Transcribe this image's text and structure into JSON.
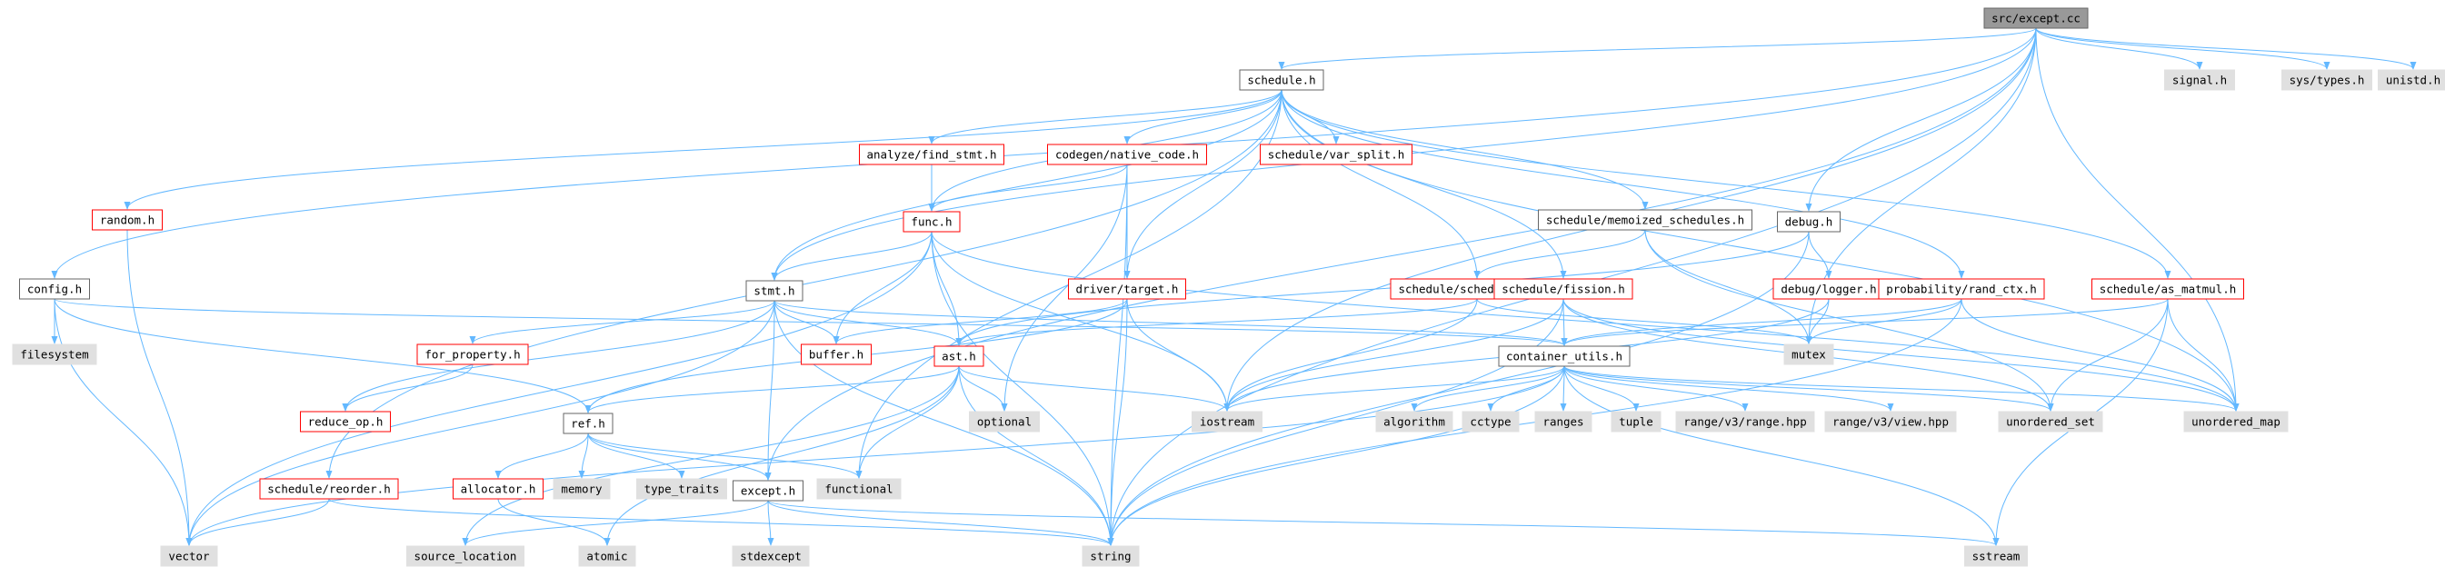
{
  "colors": {
    "edge": "#63b8ff",
    "root_fill": "#999999",
    "local_fill": "#ffffff",
    "local_border": "#666666",
    "link_border": "#ff0000",
    "system_fill": "#e0e0e0",
    "text": "#000000"
  },
  "diagram": {
    "nodes": [
      {
        "id": "root",
        "label": "src/except.cc",
        "kind": "root"
      },
      {
        "id": "schedule",
        "label": "schedule.h",
        "kind": "local"
      },
      {
        "id": "signal",
        "label": "signal.h",
        "kind": "system"
      },
      {
        "id": "systypes",
        "label": "sys/types.h",
        "kind": "system"
      },
      {
        "id": "unistd",
        "label": "unistd.h",
        "kind": "system"
      },
      {
        "id": "analyze",
        "label": "analyze/find_stmt.h",
        "kind": "link"
      },
      {
        "id": "codegen",
        "label": "codegen/native_code.h",
        "kind": "link"
      },
      {
        "id": "varsplit",
        "label": "schedule/var_split.h",
        "kind": "link"
      },
      {
        "id": "random",
        "label": "random.h",
        "kind": "link"
      },
      {
        "id": "func",
        "label": "func.h",
        "kind": "link"
      },
      {
        "id": "memo",
        "label": "schedule/memoized_schedules.h",
        "kind": "local"
      },
      {
        "id": "debug",
        "label": "debug.h",
        "kind": "local"
      },
      {
        "id": "config",
        "label": "config.h",
        "kind": "local"
      },
      {
        "id": "stmt",
        "label": "stmt.h",
        "kind": "local"
      },
      {
        "id": "driver",
        "label": "driver/target.h",
        "kind": "link"
      },
      {
        "id": "schedlog",
        "label": "schedule/schedule_log.h",
        "kind": "link"
      },
      {
        "id": "fission",
        "label": "schedule/fission.h",
        "kind": "link"
      },
      {
        "id": "dlogger",
        "label": "debug/logger.h",
        "kind": "link"
      },
      {
        "id": "prob",
        "label": "probability/rand_ctx.h",
        "kind": "link"
      },
      {
        "id": "asmatmul",
        "label": "schedule/as_matmul.h",
        "kind": "link"
      },
      {
        "id": "filesystem",
        "label": "filesystem",
        "kind": "system"
      },
      {
        "id": "forprop",
        "label": "for_property.h",
        "kind": "link"
      },
      {
        "id": "buffer",
        "label": "buffer.h",
        "kind": "link"
      },
      {
        "id": "ast",
        "label": "ast.h",
        "kind": "link"
      },
      {
        "id": "container",
        "label": "container_utils.h",
        "kind": "local"
      },
      {
        "id": "mutex",
        "label": "mutex",
        "kind": "system"
      },
      {
        "id": "reduceop",
        "label": "reduce_op.h",
        "kind": "link"
      },
      {
        "id": "ref",
        "label": "ref.h",
        "kind": "local"
      },
      {
        "id": "optional",
        "label": "optional",
        "kind": "system"
      },
      {
        "id": "iostream",
        "label": "iostream",
        "kind": "system"
      },
      {
        "id": "algorithm",
        "label": "algorithm",
        "kind": "system"
      },
      {
        "id": "cctype",
        "label": "cctype",
        "kind": "system"
      },
      {
        "id": "ranges",
        "label": "ranges",
        "kind": "system"
      },
      {
        "id": "tuple",
        "label": "tuple",
        "kind": "system"
      },
      {
        "id": "rangehpp",
        "label": "range/v3/range.hpp",
        "kind": "system"
      },
      {
        "id": "viewhpp",
        "label": "range/v3/view.hpp",
        "kind": "system"
      },
      {
        "id": "uset",
        "label": "unordered_set",
        "kind": "system"
      },
      {
        "id": "umap",
        "label": "unordered_map",
        "kind": "system"
      },
      {
        "id": "reorder",
        "label": "schedule/reorder.h",
        "kind": "link"
      },
      {
        "id": "allocator",
        "label": "allocator.h",
        "kind": "link"
      },
      {
        "id": "memory",
        "label": "memory",
        "kind": "system"
      },
      {
        "id": "typetraits",
        "label": "type_traits",
        "kind": "system"
      },
      {
        "id": "except",
        "label": "except.h",
        "kind": "local"
      },
      {
        "id": "functional",
        "label": "functional",
        "kind": "system"
      },
      {
        "id": "vector",
        "label": "vector",
        "kind": "system"
      },
      {
        "id": "srcloc",
        "label": "source_location",
        "kind": "system"
      },
      {
        "id": "atomic",
        "label": "atomic",
        "kind": "system"
      },
      {
        "id": "stdexcept",
        "label": "stdexcept",
        "kind": "system"
      },
      {
        "id": "string",
        "label": "string",
        "kind": "system"
      },
      {
        "id": "sstream",
        "label": "sstream",
        "kind": "system"
      }
    ],
    "edges": [
      [
        "root",
        "schedule"
      ],
      [
        "root",
        "signal"
      ],
      [
        "root",
        "systypes"
      ],
      [
        "root",
        "unistd"
      ],
      [
        "root",
        "debug"
      ],
      [
        "root",
        "config"
      ],
      [
        "root",
        "except"
      ],
      [
        "root",
        "iostream"
      ],
      [
        "root",
        "mutex"
      ],
      [
        "root",
        "umap"
      ],
      [
        "root",
        "string"
      ],
      [
        "root",
        "stmt"
      ],
      [
        "schedule",
        "analyze"
      ],
      [
        "schedule",
        "codegen"
      ],
      [
        "schedule",
        "varsplit"
      ],
      [
        "schedule",
        "random"
      ],
      [
        "schedule",
        "func"
      ],
      [
        "schedule",
        "memo"
      ],
      [
        "schedule",
        "stmt"
      ],
      [
        "schedule",
        "driver"
      ],
      [
        "schedule",
        "schedlog"
      ],
      [
        "schedule",
        "fission"
      ],
      [
        "schedule",
        "prob"
      ],
      [
        "schedule",
        "asmatmul"
      ],
      [
        "schedule",
        "reorder"
      ],
      [
        "schedule",
        "functional"
      ],
      [
        "schedule",
        "umap"
      ],
      [
        "analyze",
        "func"
      ],
      [
        "codegen",
        "func"
      ],
      [
        "codegen",
        "driver"
      ],
      [
        "codegen",
        "optional"
      ],
      [
        "codegen",
        "string"
      ],
      [
        "random",
        "vector"
      ],
      [
        "func",
        "stmt"
      ],
      [
        "func",
        "ast"
      ],
      [
        "func",
        "buffer"
      ],
      [
        "func",
        "iostream"
      ],
      [
        "func",
        "string"
      ],
      [
        "func",
        "umap"
      ],
      [
        "func",
        "vector"
      ],
      [
        "memo",
        "schedlog"
      ],
      [
        "memo",
        "mutex"
      ],
      [
        "memo",
        "uset"
      ],
      [
        "debug",
        "dlogger"
      ],
      [
        "debug",
        "ast"
      ],
      [
        "debug",
        "string"
      ],
      [
        "config",
        "filesystem"
      ],
      [
        "config",
        "ref"
      ],
      [
        "config",
        "vector"
      ],
      [
        "config",
        "container"
      ],
      [
        "stmt",
        "forprop"
      ],
      [
        "stmt",
        "buffer"
      ],
      [
        "stmt",
        "ast"
      ],
      [
        "stmt",
        "container"
      ],
      [
        "stmt",
        "reduceop"
      ],
      [
        "stmt",
        "except"
      ],
      [
        "stmt",
        "string"
      ],
      [
        "stmt",
        "vector"
      ],
      [
        "driver",
        "buffer"
      ],
      [
        "driver",
        "ref"
      ],
      [
        "driver",
        "iostream"
      ],
      [
        "driver",
        "string"
      ],
      [
        "schedlog",
        "ast"
      ],
      [
        "schedlog",
        "mutex"
      ],
      [
        "schedlog",
        "iostream"
      ],
      [
        "fission",
        "container"
      ],
      [
        "fission",
        "iostream"
      ],
      [
        "fission",
        "string"
      ],
      [
        "fission",
        "uset"
      ],
      [
        "fission",
        "umap"
      ],
      [
        "dlogger",
        "mutex"
      ],
      [
        "dlogger",
        "iostream"
      ],
      [
        "prob",
        "container"
      ],
      [
        "prob",
        "mutex"
      ],
      [
        "prob",
        "string"
      ],
      [
        "prob",
        "umap"
      ],
      [
        "asmatmul",
        "container"
      ],
      [
        "asmatmul",
        "uset"
      ],
      [
        "asmatmul",
        "umap"
      ],
      [
        "asmatmul",
        "sstream"
      ],
      [
        "forprop",
        "reduceop"
      ],
      [
        "ast",
        "ref"
      ],
      [
        "ast",
        "optional"
      ],
      [
        "ast",
        "iostream"
      ],
      [
        "ast",
        "functional"
      ],
      [
        "ast",
        "string"
      ],
      [
        "ast",
        "atomic"
      ],
      [
        "ast",
        "srcloc"
      ],
      [
        "container",
        "iostream"
      ],
      [
        "container",
        "algorithm"
      ],
      [
        "container",
        "cctype"
      ],
      [
        "container",
        "ranges"
      ],
      [
        "container",
        "tuple"
      ],
      [
        "container",
        "rangehpp"
      ],
      [
        "container",
        "viewhpp"
      ],
      [
        "container",
        "uset"
      ],
      [
        "container",
        "umap"
      ],
      [
        "container",
        "string"
      ],
      [
        "container",
        "vector"
      ],
      [
        "container",
        "sstream"
      ],
      [
        "ref",
        "allocator"
      ],
      [
        "ref",
        "memory"
      ],
      [
        "ref",
        "typetraits"
      ],
      [
        "ref",
        "except"
      ],
      [
        "ref",
        "functional"
      ],
      [
        "allocator",
        "atomic"
      ],
      [
        "except",
        "srcloc"
      ],
      [
        "except",
        "stdexcept"
      ],
      [
        "except",
        "string"
      ],
      [
        "except",
        "sstream"
      ],
      [
        "reorder",
        "vector"
      ],
      [
        "reorder",
        "string"
      ]
    ]
  }
}
